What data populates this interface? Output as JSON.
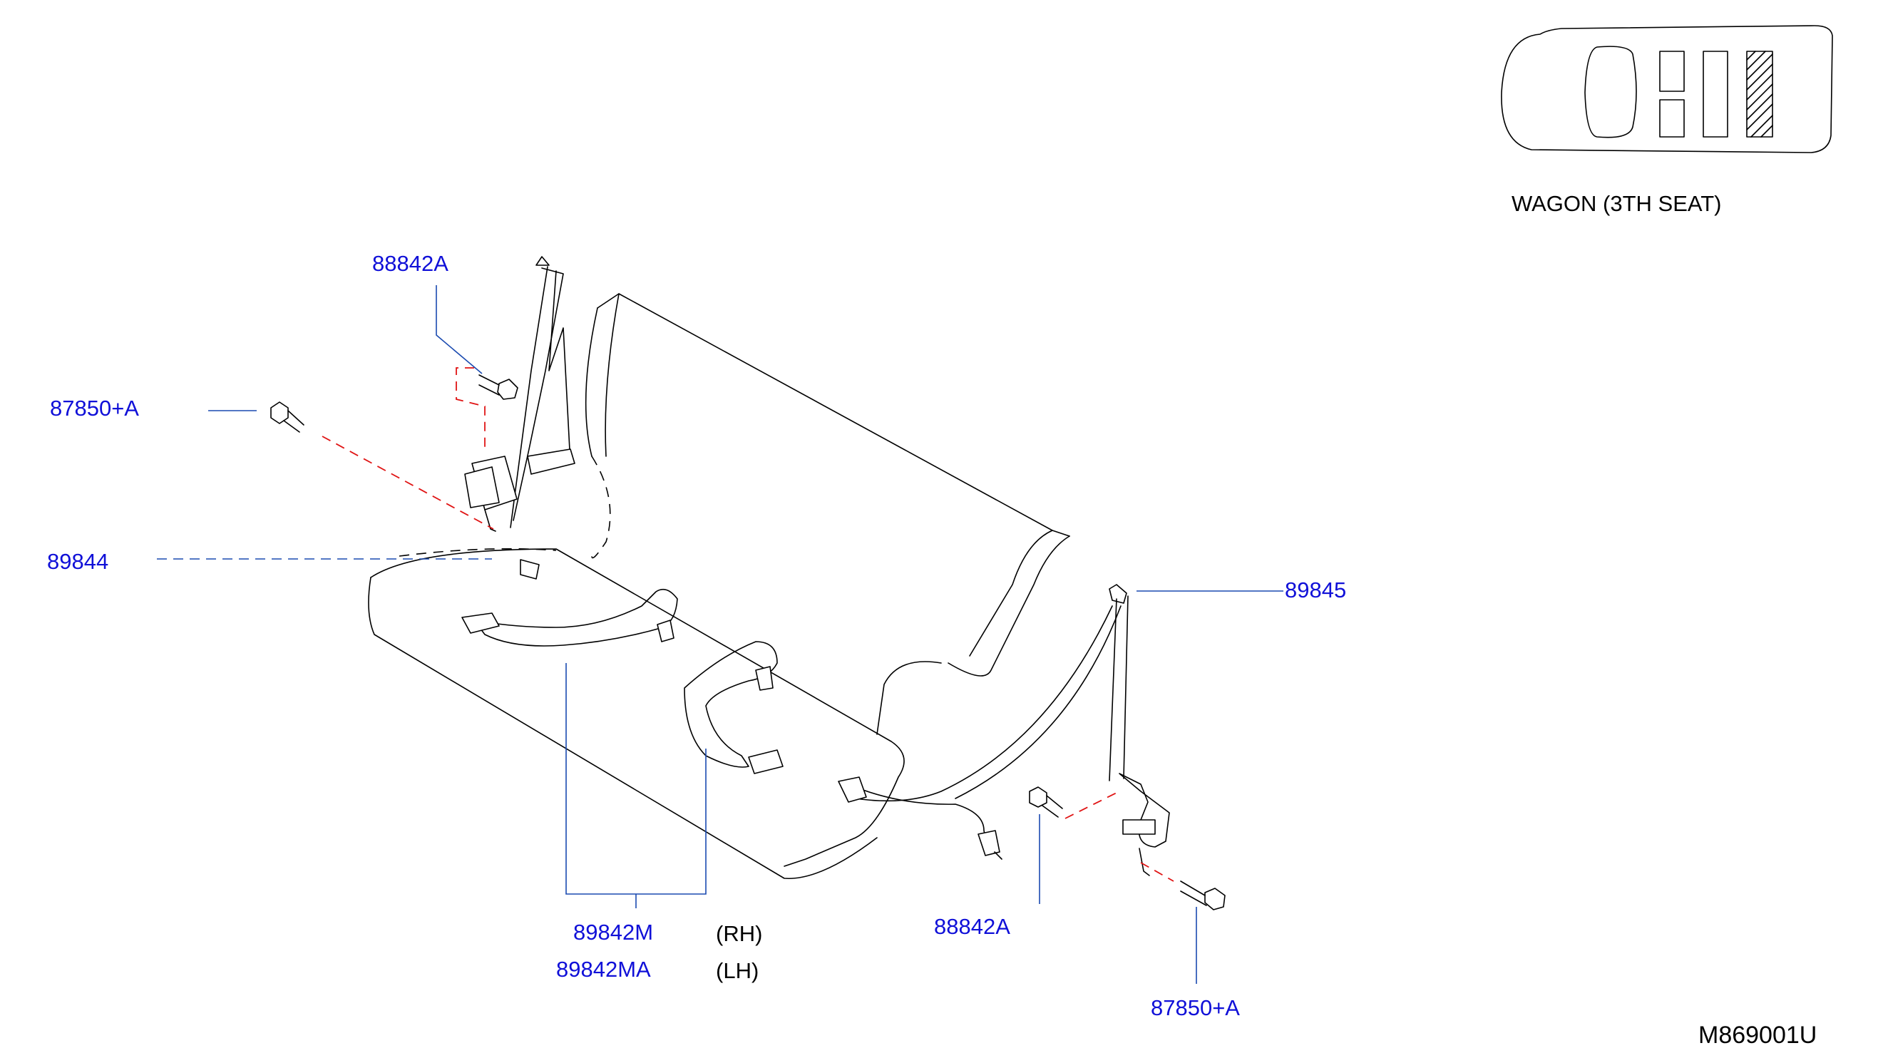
{
  "title": "WAGON  (3TH  SEAT)",
  "diagram_code": "M869001U",
  "colors": {
    "part_label": "#1010d8",
    "leader_line": "#1a4ab0",
    "hidden_line": "#e01414",
    "drawing": "#000000"
  },
  "parts": {
    "anchor_bolt_top": "88842A",
    "retractor_bolt_left": "87850+A",
    "seat_belt_rear_left": "89844",
    "seat_belt_rear_right": "89845",
    "buckle_rh_number": "89842M",
    "buckle_rh_side": "(RH)",
    "buckle_lh_number": "89842MA",
    "buckle_lh_side": "(LH)",
    "anchor_bolt_bottom": "88842A",
    "retractor_bolt_right": "87850+A"
  }
}
